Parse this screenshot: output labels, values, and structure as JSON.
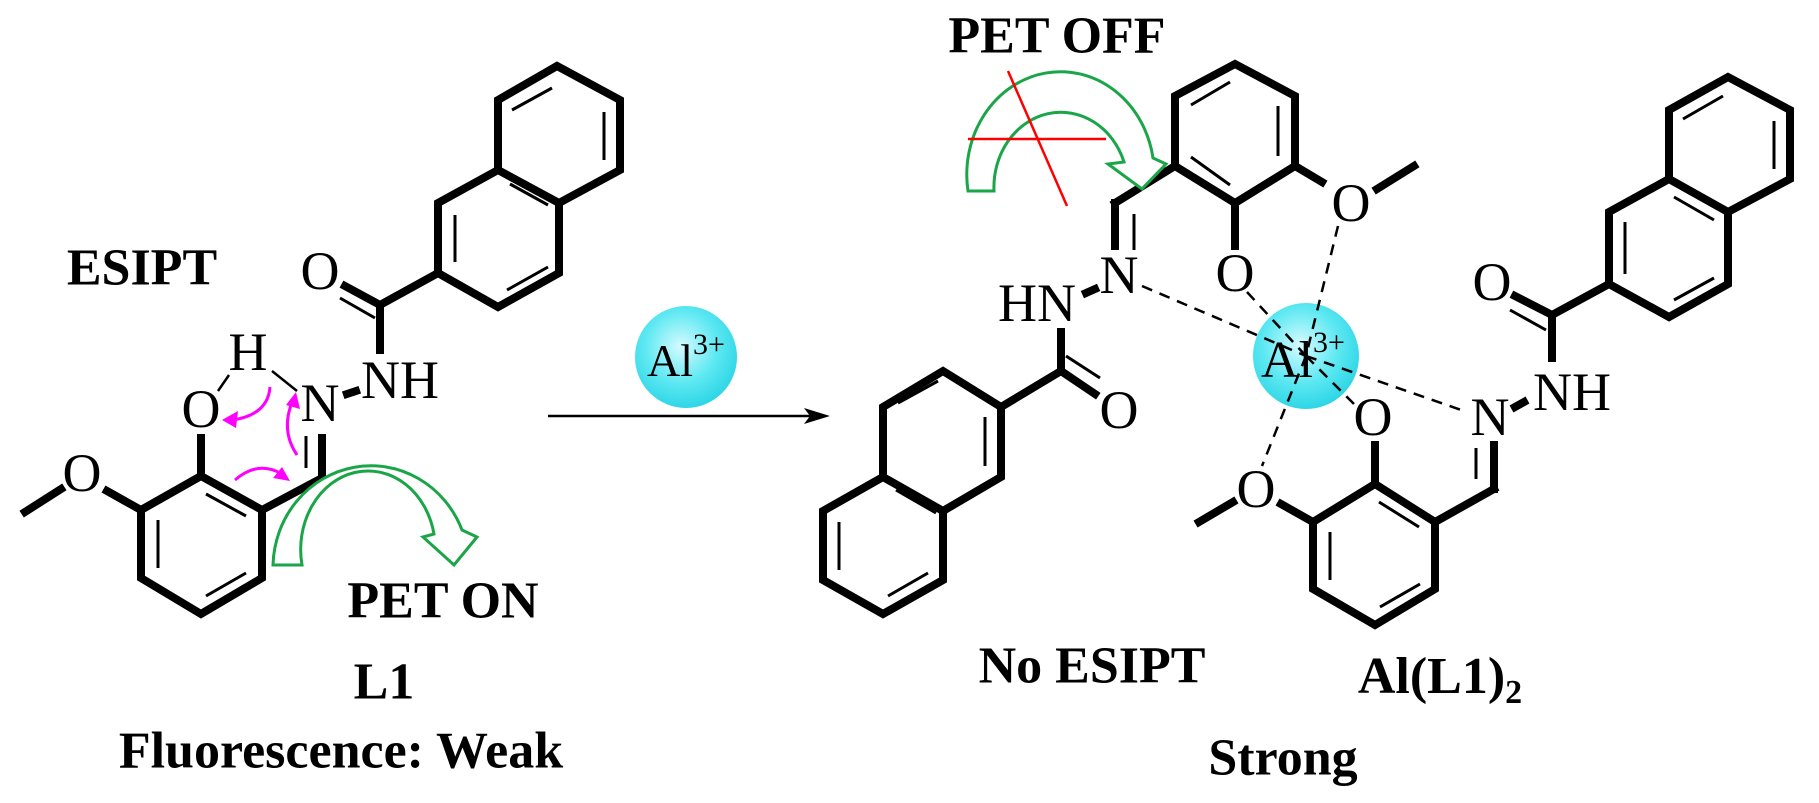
{
  "colors": {
    "ion": "#3fe3ee",
    "pet_arrow": "#1aa548",
    "esipt_arrows": "#ff00ff",
    "cross": "#ff0000"
  },
  "left": {
    "esipt_label": "ESIPT",
    "pet_label": "PET ON",
    "name": "L1",
    "fluorescence": "Fluorescence: Weak",
    "atoms": {
      "carbonyl_o": "O",
      "nh": "NH",
      "n": "N",
      "h": "H",
      "phenol_o": "O",
      "methoxy_o": "O"
    }
  },
  "reagent": {
    "ion": "Al",
    "charge": "3+"
  },
  "right": {
    "pet_label": "PET OFF",
    "no_esipt": "No ESIPT",
    "name": "Al(L1)",
    "name_sub": "2",
    "fluorescence": "Strong",
    "center": {
      "ion": "Al",
      "charge": "3+"
    },
    "atoms": {
      "upper_n": "N",
      "hn": "HN",
      "upper_carbonyl_o": "O",
      "upper_phenol_o": "O",
      "upper_methoxy_o": "O",
      "lower_phenol_o": "O",
      "lower_methoxy_o": "O",
      "lower_n": "N",
      "lower_nh": "NH",
      "lower_carbonyl_o": "O"
    }
  }
}
